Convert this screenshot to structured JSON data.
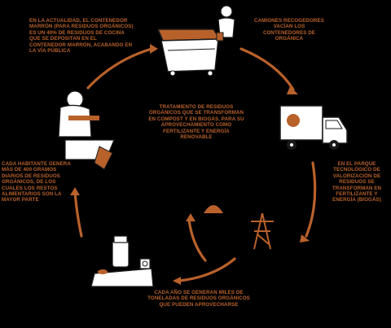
{
  "colors": {
    "background": "#000000",
    "accent": "#b8612b",
    "illustration_fill": "#ffffff",
    "outline": "#1a1a1a"
  },
  "icons": [
    "compost-container-icon",
    "delivery-truck-icon",
    "electric-pylon-icon",
    "compost-heap-icon",
    "kitchen-appliances-icon",
    "chef-cutting-icon",
    "worker-icon"
  ],
  "texts": {
    "top_left": "En la actualidad, el contenedor marrón (para residuos orgánicos) es un 40% de residuos de cocina que se depositan en el contenedor marrón, acabando en la vía pública",
    "top_right": "Camiones recogedores vacían los contenedores de orgánica",
    "center": "Tratamiento de residuos orgánicos que se transforman en compost y en biogás, para su aprovechamiento como fertilizante y energía renovable",
    "right": "En el parque tecnológico de valorización de residuos se transforman en fertilizante y energía (biogás)",
    "left": "Cada habitante genera más de 400 gramos diarios de residuos orgánicos, de los cuales los restos alimentarios son la mayor parte",
    "bottom": "Cada año se generan miles de toneladas de residuos orgánicos que pueden aprovecharse"
  }
}
